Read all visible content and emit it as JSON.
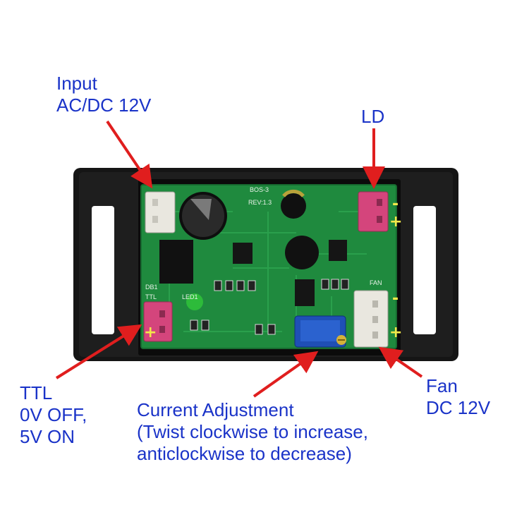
{
  "colors": {
    "label_text": "#1a33c8",
    "arrow": "#e01e1e",
    "pcb": "#1f8a3e",
    "housing": "#151515",
    "pink_connector": "#d4457c",
    "white_connector": "#e9e7df",
    "polarity_marks": "#f2e84a"
  },
  "labels": {
    "input": "Input\nAC/DC 12V",
    "ld": "LD",
    "ttl": "TTL\n0V OFF,\n5V ON",
    "current": "Current Adjustment\n(Twist clockwise to increase,\nanticlockwise to decrease)",
    "fan": "Fan\nDC 12V"
  },
  "board": {
    "silkscreen": {
      "model": "BOS-3",
      "revision": "REV:1.3",
      "fan": "FAN",
      "led": "LED1",
      "db": "DB1",
      "ttl": "TTL"
    },
    "polarity_marks": {
      "ld_minus": "-",
      "ld_plus": "+",
      "fan_minus": "-",
      "fan_plus": "+",
      "ttl_plus": "+"
    }
  }
}
